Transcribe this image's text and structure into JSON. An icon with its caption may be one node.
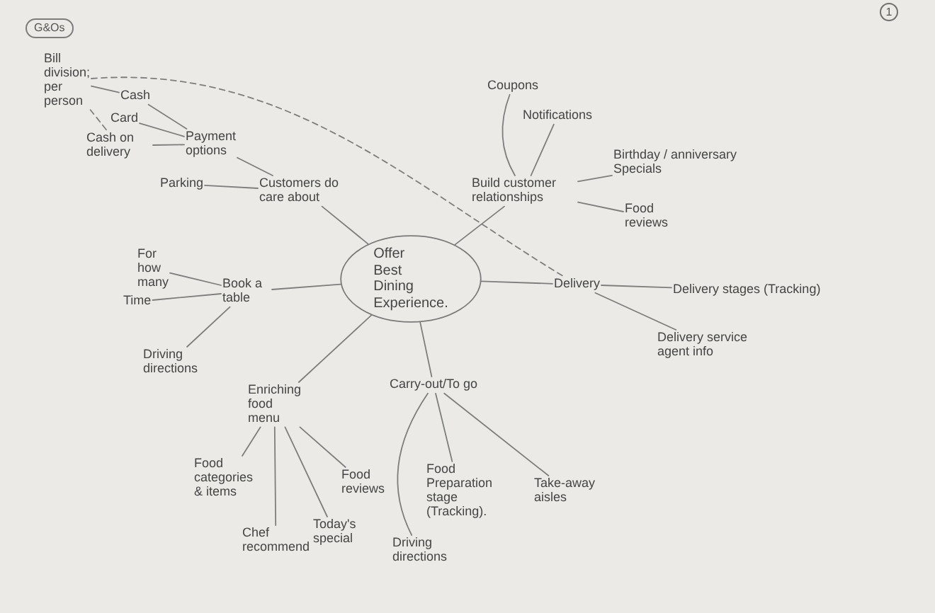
{
  "diagram": {
    "nodes": [
      {
        "text": [
          "G&Os"
        ]
      },
      {
        "text": [
          "1"
        ]
      },
      {
        "text": [
          "Bill division; per person"
        ]
      },
      {
        "text": [
          "Cash"
        ]
      },
      {
        "text": [
          "Card"
        ]
      },
      {
        "text": [
          "Cash on delivery"
        ]
      },
      {
        "text": [
          "Payment options"
        ]
      },
      {
        "text": [
          "Parking"
        ]
      },
      {
        "text": [
          "Customers do care about"
        ]
      },
      {
        "text": [
          "Coupons"
        ]
      },
      {
        "text": [
          "Notifications"
        ]
      },
      {
        "text": [
          "Birthday / anniversary Specials"
        ]
      },
      {
        "text": [
          "Build customer relationships"
        ]
      },
      {
        "text": [
          "Food reviews"
        ]
      },
      {
        "text": [
          "Offer Best Dining Experience."
        ]
      },
      {
        "text": [
          "For how many"
        ]
      },
      {
        "text": [
          "Book a table"
        ]
      },
      {
        "text": [
          "Time"
        ]
      },
      {
        "text": [
          "Delivery"
        ]
      },
      {
        "text": [
          "Delivery stages (Tracking)"
        ]
      },
      {
        "text": [
          "Delivery service agent info"
        ]
      },
      {
        "text": [
          "Driving directions"
        ]
      },
      {
        "text": [
          "Enriching food menu"
        ]
      },
      {
        "text": [
          "Carry-out/To go"
        ]
      },
      {
        "text": [
          "Food categories & items"
        ]
      },
      {
        "text": [
          "Food reviews"
        ]
      },
      {
        "text": [
          "Food Preparation stage (Tracking)."
        ]
      },
      {
        "text": [
          "Take-away aisles"
        ]
      },
      {
        "text": [
          "Today's special"
        ]
      },
      {
        "text": [
          "Chef recommend"
        ]
      },
      {
        "text": [
          "Driving directions"
        ]
      }
    ],
    "edges": [
      {
        "from": 3,
        "to": 2,
        "arrow": "none"
      },
      {
        "from": 2,
        "to": 5,
        "arrow": "none",
        "style": "dashed"
      },
      {
        "from": 6,
        "to": 3,
        "arrow": "none"
      },
      {
        "from": 6,
        "to": 4,
        "arrow": "none"
      },
      {
        "from": 6,
        "to": 5,
        "arrow": "none"
      },
      {
        "from": 8,
        "to": 6,
        "arrow": "none"
      },
      {
        "from": 8,
        "to": 7,
        "arrow": "none"
      },
      {
        "from": 14,
        "to": 8,
        "arrow": "none"
      },
      {
        "from": 12,
        "to": 9,
        "arrow": "none"
      },
      {
        "from": 12,
        "to": 10,
        "arrow": "none"
      },
      {
        "from": 12,
        "to": 11,
        "arrow": "none"
      },
      {
        "from": 12,
        "to": 13,
        "arrow": "none"
      },
      {
        "from": 14,
        "to": 12,
        "arrow": "none"
      },
      {
        "from": 2,
        "to": 18,
        "arrow": "none",
        "style": "dashed"
      },
      {
        "from": 14,
        "to": 16,
        "arrow": "none"
      },
      {
        "from": 16,
        "to": 15,
        "arrow": "none"
      },
      {
        "from": 16,
        "to": 17,
        "arrow": "none"
      },
      {
        "from": 16,
        "to": 21,
        "arrow": "none"
      },
      {
        "from": 14,
        "to": 18,
        "arrow": "none"
      },
      {
        "from": 18,
        "to": 19,
        "arrow": "none"
      },
      {
        "from": 18,
        "to": 20,
        "arrow": "none"
      },
      {
        "from": 14,
        "to": 22,
        "arrow": "none"
      },
      {
        "from": 14,
        "to": 23,
        "arrow": "none"
      },
      {
        "from": 22,
        "to": 24,
        "arrow": "none"
      },
      {
        "from": 22,
        "to": 29,
        "arrow": "none"
      },
      {
        "from": 22,
        "to": 28,
        "arrow": "none"
      },
      {
        "from": 22,
        "to": 25,
        "arrow": "none"
      },
      {
        "from": 23,
        "to": 30,
        "arrow": "none"
      },
      {
        "from": 23,
        "to": 26,
        "arrow": "none"
      },
      {
        "from": 23,
        "to": 27,
        "arrow": "none"
      }
    ]
  }
}
